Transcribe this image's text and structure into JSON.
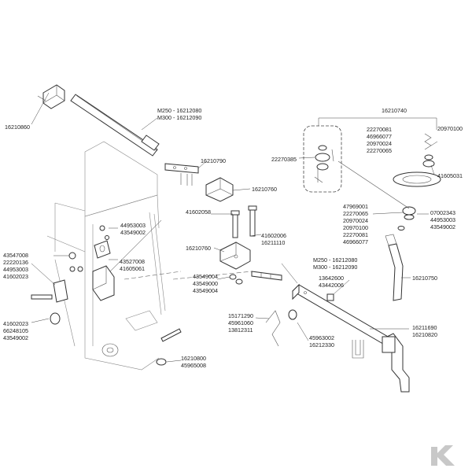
{
  "labels": {
    "l16210860": "16210860",
    "lm250a": "M250 - 16212080",
    "lm300a": "M300 - 16212090",
    "l16210790": "16210790",
    "l16210760a": "16210760",
    "l41602058": "41602058",
    "l44953003a": "44953003",
    "l43549002a": "43549002",
    "l43547008": "43547008",
    "l22220136": "22220136",
    "l44953003b": "44953003",
    "l41602023a": "41602023",
    "l43527008": "43527008",
    "l41605061": "41605061",
    "l41602023b": "41602023",
    "l66248105": "66248105",
    "l43549002b": "43549002",
    "l16210760b": "16210760",
    "l41602006": "41602006",
    "l16211110": "16211110",
    "l43549004a": "43549004",
    "l43549000": "43549000",
    "l43549004b": "43549004",
    "lm250b": "M250 - 16212080",
    "lm300b": "M300 - 16212090",
    "l13642600": "13642600",
    "l43442006": "43442006",
    "l15171290": "15171290",
    "l45961060": "45961060",
    "l13812311": "13812311",
    "l45963002": "45963002",
    "l16212330": "16212330",
    "l16211690": "16211690",
    "l16210820": "16210820",
    "l16210800": "16210800",
    "l45965008": "45965008",
    "l16210740": "16210740",
    "l22270081a": "22270081",
    "l46966077a": "46966077",
    "l20970024a": "20970024",
    "l22270065a": "22270065",
    "l20970100a": "20970100",
    "l22270385": "22270385",
    "l41605031": "41605031",
    "l47969001": "47969001",
    "l22270065b": "22270065",
    "l20970024b": "20970024",
    "l20970100b": "20970100",
    "l22270081b": "22270081",
    "l46966077b": "46966077",
    "l07002343": "07002343",
    "l44953003c": "44953003",
    "l43549002c": "43549002",
    "l16210750": "16210750"
  }
}
